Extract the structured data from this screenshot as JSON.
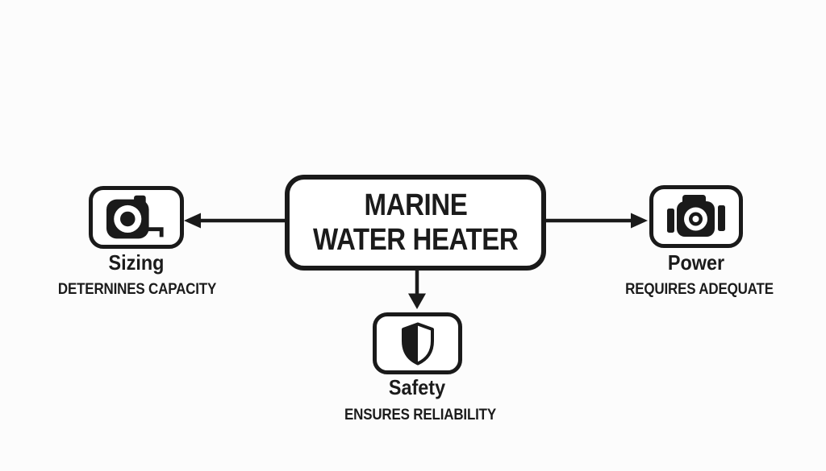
{
  "diagram": {
    "title": {
      "line1": "MARINE",
      "line2": "WATER HEATER"
    },
    "nodes": [
      {
        "id": "sizing",
        "label": "Sizing",
        "sublabel": "DETERNINES CAPACITY",
        "icon": "tape-measure-icon",
        "position": "left"
      },
      {
        "id": "power",
        "label": "Power",
        "sublabel": "REQUIRES ADEQUATE",
        "icon": "engine-icon",
        "position": "right"
      },
      {
        "id": "safety",
        "label": "Safety",
        "sublabel": "ENSURES RELIABILITY",
        "icon": "shield-icon",
        "position": "bottom"
      }
    ],
    "colors": {
      "ink": "#1a1a1a",
      "background": "#fcfcfc",
      "node_fill": "#ffffff"
    }
  }
}
